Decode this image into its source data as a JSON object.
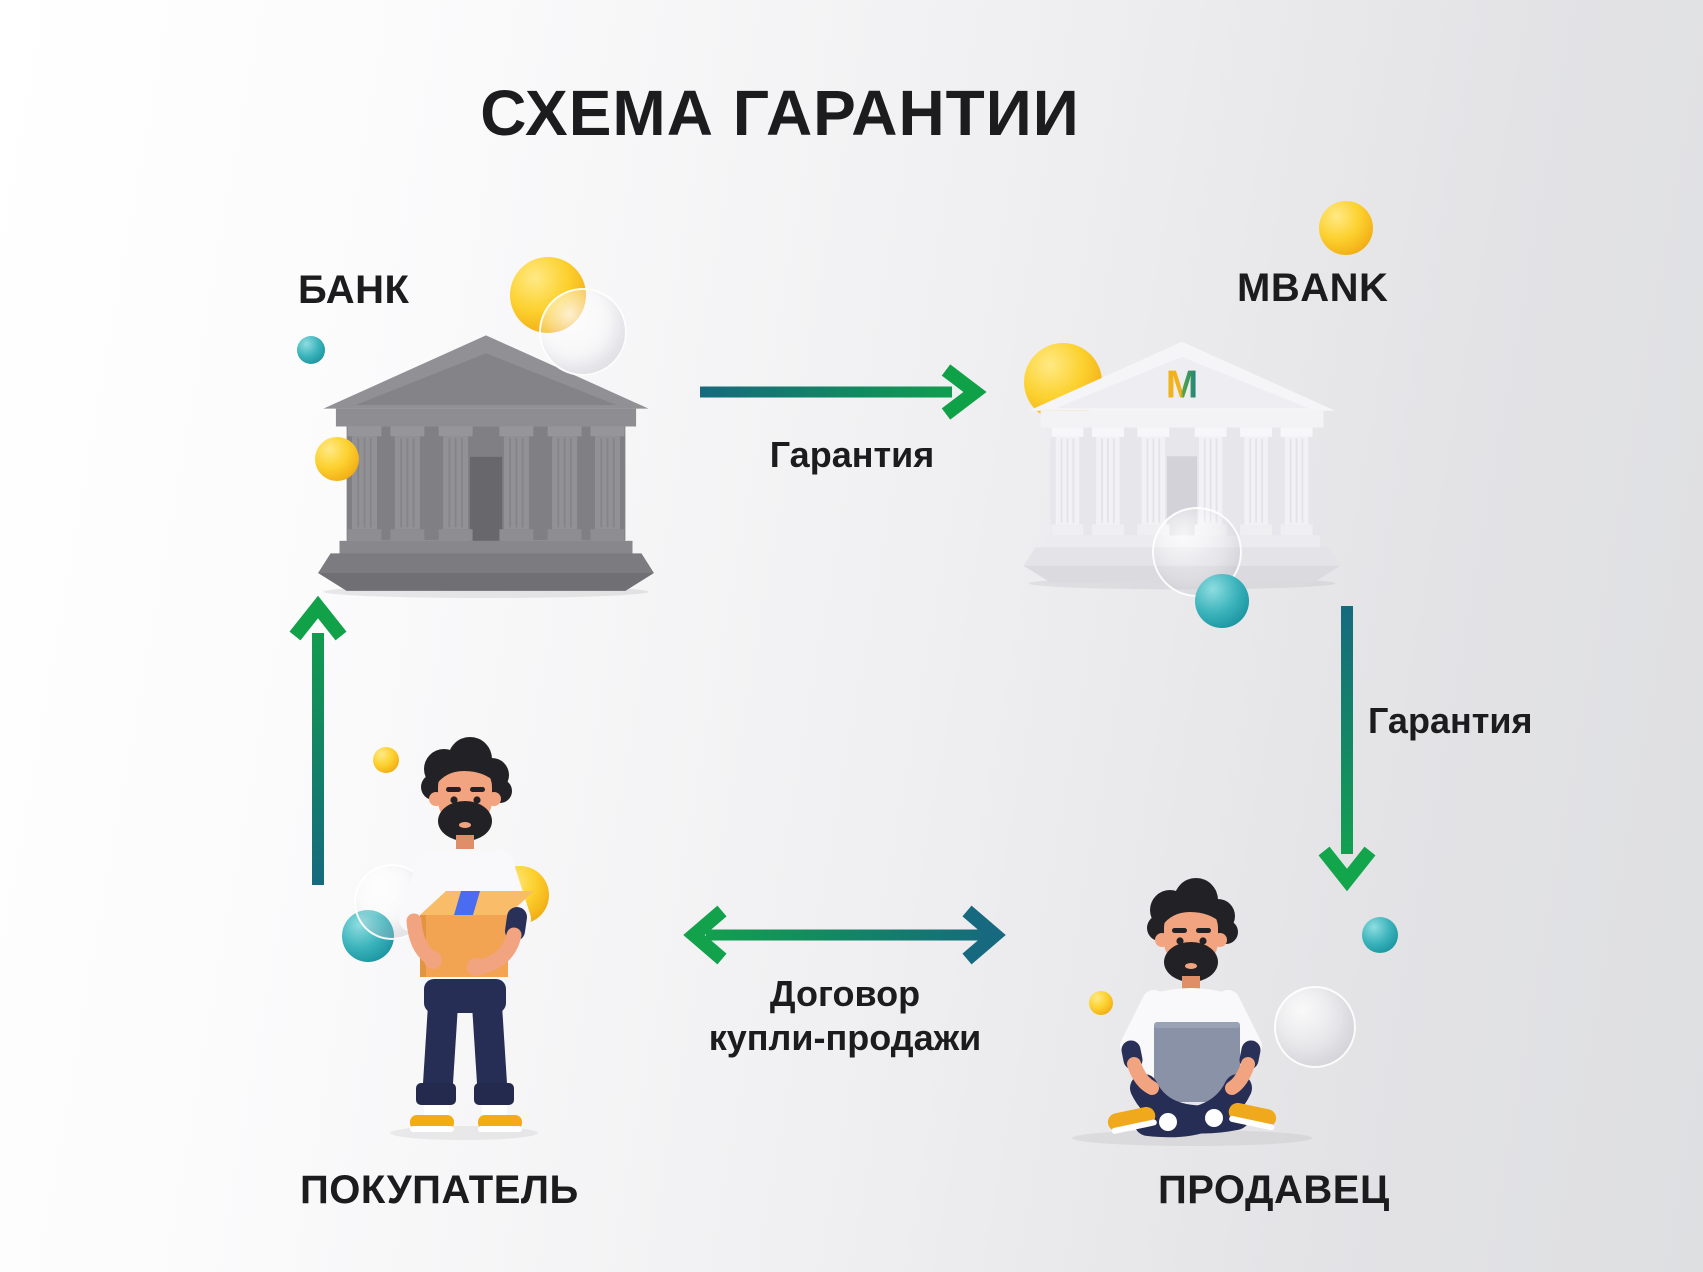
{
  "title": "СХЕМА ГАРАНТИИ",
  "nodes": {
    "bank": {
      "label": "БАНК",
      "type": "bank-building-gray"
    },
    "mbank": {
      "label": "MBANK",
      "type": "bank-building-white",
      "logo": "M"
    },
    "buyer": {
      "label": "ПОКУПАТЕЛЬ",
      "type": "person-holding-box"
    },
    "seller": {
      "label": "ПРОДАВЕЦ",
      "type": "person-with-laptop"
    }
  },
  "edges": {
    "bank_to_mbank": {
      "from": "bank",
      "to": "mbank",
      "label": "Гарантия",
      "direction": "right"
    },
    "mbank_to_seller": {
      "from": "mbank",
      "to": "seller",
      "label": "Гарантия",
      "direction": "down"
    },
    "buyer_to_bank": {
      "from": "buyer",
      "to": "bank",
      "label": "",
      "direction": "up"
    },
    "buyer_seller": {
      "from": "buyer",
      "to": "seller",
      "label_line1": "Договор",
      "label_line2": "купли-продажи",
      "bidirectional": true
    }
  },
  "colors": {
    "text": "#1c1c1e",
    "arrow_teal": "#16697e",
    "arrow_green": "#10a24a",
    "sphere_yellow": "#f9c51d",
    "sphere_teal": "#2ba7b0",
    "bank_gray": "#8c8c90",
    "bank_white": "#f4f4f6",
    "logo_yellow": "#f2b21c",
    "logo_green_teal": "#1d7f86",
    "background_left": "#ffffff",
    "background_right": "#dedfe1"
  }
}
